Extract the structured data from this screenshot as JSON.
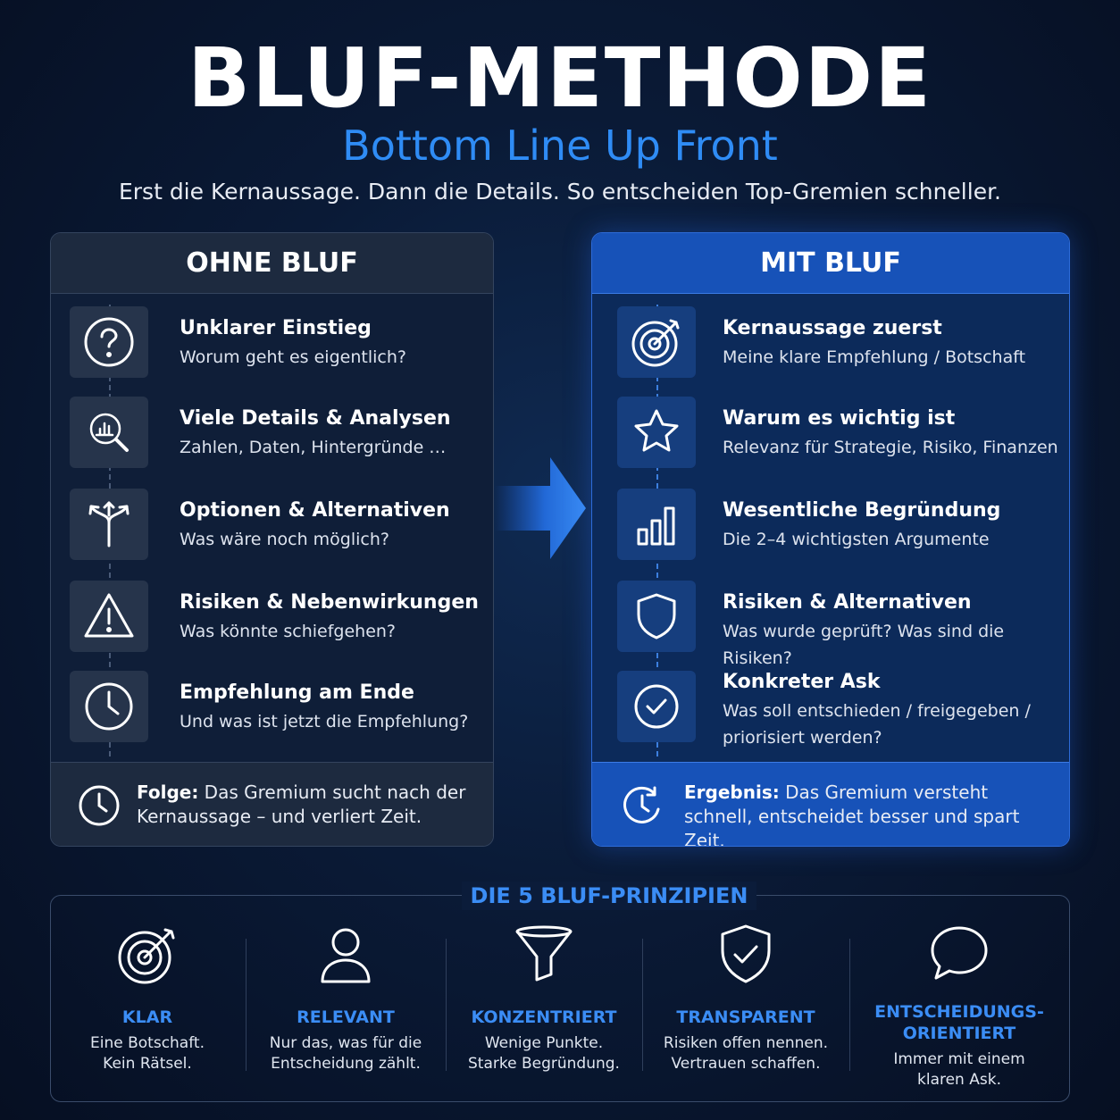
{
  "header": {
    "title": "BLUF-METHODE",
    "subtitle": "Bottom Line Up Front",
    "tagline": "Erst die Kernaussage. Dann die Details. So entscheiden Top-Gremien schneller."
  },
  "left_panel": {
    "title": "OHNE BLUF",
    "items": [
      {
        "title": "Unklarer Einstieg",
        "sub": "Worum geht es eigentlich?",
        "icon": "question-icon"
      },
      {
        "title": "Viele Details & Analysen",
        "sub": "Zahlen, Daten, Hintergründe …",
        "icon": "magnifier-chart-icon"
      },
      {
        "title": "Optionen & Alternativen",
        "sub": "Was wäre noch möglich?",
        "icon": "split-arrows-icon"
      },
      {
        "title": "Risiken & Nebenwirkungen",
        "sub": "Was könnte schiefgehen?",
        "icon": "warning-icon"
      },
      {
        "title": "Empfehlung am Ende",
        "sub": "Und was ist jetzt die Empfehlung?",
        "icon": "clock-icon"
      }
    ],
    "footer_label": "Folge:",
    "footer_text": " Das Gremium sucht nach der Kernaussage – und verliert Zeit."
  },
  "right_panel": {
    "title": "MIT BLUF",
    "items": [
      {
        "title": "Kernaussage zuerst",
        "sub": "Meine klare Empfehlung / Botschaft",
        "icon": "target-icon"
      },
      {
        "title": "Warum es wichtig ist",
        "sub": "Relevanz für Strategie, Risiko, Finanzen",
        "icon": "star-icon"
      },
      {
        "title": "Wesentliche Begründung",
        "sub": "Die 2–4 wichtigsten Argumente",
        "icon": "bar-chart-icon"
      },
      {
        "title": "Risiken & Alternativen",
        "sub": "Was wurde geprüft? Was sind die Risiken?",
        "icon": "shield-icon"
      },
      {
        "title": "Konkreter Ask",
        "sub": "Was soll entschieden / freigegeben /",
        "sub2": "priorisiert werden?",
        "icon": "check-circle-icon"
      }
    ],
    "footer_label": "Ergebnis:",
    "footer_text": " Das Gremium versteht schnell, entscheidet besser und spart Zeit."
  },
  "principles": {
    "title": "DIE 5 BLUF-PRINZIPIEN",
    "items": [
      {
        "label": "KLAR",
        "desc1": "Eine Botschaft.",
        "desc2": "Kein Rätsel.",
        "icon": "target-icon"
      },
      {
        "label": "RELEVANT",
        "desc1": "Nur das, was für die",
        "desc2": "Entscheidung zählt.",
        "icon": "person-icon"
      },
      {
        "label": "KONZENTRIERT",
        "desc1": "Wenige Punkte.",
        "desc2": "Starke Begründung.",
        "icon": "funnel-icon"
      },
      {
        "label": "TRANSPARENT",
        "desc1": "Risiken offen nennen.",
        "desc2": "Vertrauen schaffen.",
        "icon": "shield-check-icon"
      },
      {
        "label": "ENTSCHEIDUNGS-",
        "label2": "ORIENTIERT",
        "desc1": "Immer mit einem",
        "desc2": "klaren Ask.",
        "icon": "speech-bubble-icon"
      }
    ]
  },
  "colors": {
    "accent": "#2f8cf5",
    "background": "#0a1a36",
    "right_panel": "#1752b8"
  }
}
